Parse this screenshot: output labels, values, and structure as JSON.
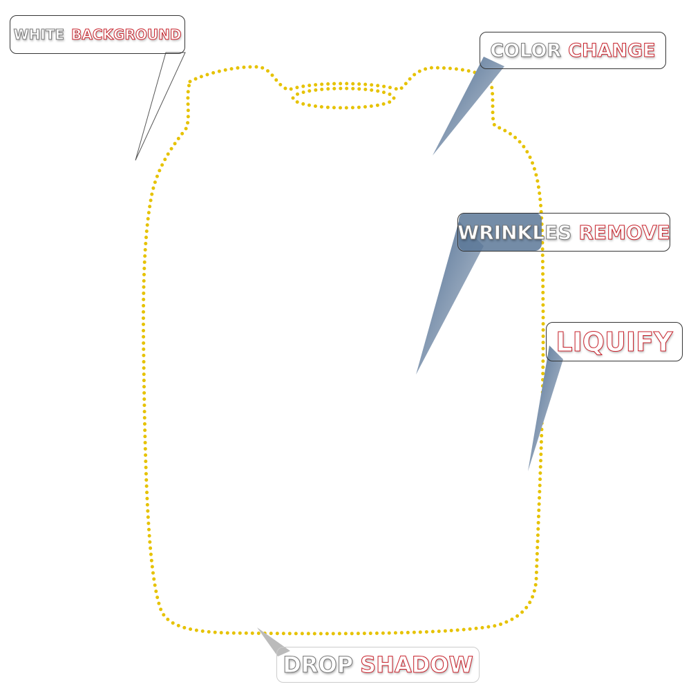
{
  "labels": {
    "white_background": [
      "WHITE",
      "BACKGROUND"
    ],
    "color_change": [
      "COLOR",
      "CHANGE"
    ],
    "wrinkles_remove": [
      "WRINKLES",
      "REMOVE"
    ],
    "liquify": [
      "LIQUIFY"
    ],
    "drop_shadow": [
      "DROP",
      "SHADOW"
    ]
  },
  "colors": {
    "outline_dots": "#e6c200",
    "accent_red": "#c8202a",
    "pointer_blue": "#4a6a90"
  }
}
